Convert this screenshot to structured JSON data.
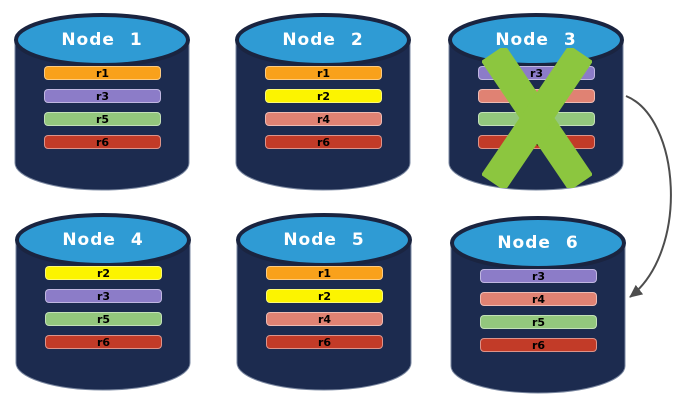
{
  "diagram": {
    "colors": {
      "background": "#FFFFFF",
      "cylinder_body": "#1C2B4F",
      "cylinder_top": "#2F9BD4",
      "cylinder_top_border": "#1A2440",
      "cylinder_outline": "#7A87A0",
      "x_mark": "#8CC63F",
      "arrow": "#4D4D4D",
      "node_title_text": "#FFFFFF",
      "row_label_text": "#000000"
    },
    "nodes": [
      {
        "id": "node-1",
        "label": "Node 1",
        "failed": false,
        "rows": [
          {
            "label": "r1",
            "color": "#F9A11B"
          },
          {
            "label": "r3",
            "color": "#8C7CC8"
          },
          {
            "label": "r5",
            "color": "#93C77D"
          },
          {
            "label": "r6",
            "color": "#C23B28"
          }
        ]
      },
      {
        "id": "node-2",
        "label": "Node 2",
        "failed": false,
        "rows": [
          {
            "label": "r1",
            "color": "#F9A11B"
          },
          {
            "label": "r2",
            "color": "#FCF400"
          },
          {
            "label": "r4",
            "color": "#E08273"
          },
          {
            "label": "r6",
            "color": "#C23B28"
          }
        ]
      },
      {
        "id": "node-3",
        "label": "Node 3",
        "failed": true,
        "rows": [
          {
            "label": "r3",
            "color": "#8C7CC8"
          },
          {
            "label": "r4",
            "color": "#E08273"
          },
          {
            "label": "r5",
            "color": "#93C77D"
          },
          {
            "label": "r6",
            "color": "#C23B28"
          }
        ]
      },
      {
        "id": "node-4",
        "label": "Node 4",
        "failed": false,
        "rows": [
          {
            "label": "r2",
            "color": "#FCF400"
          },
          {
            "label": "r3",
            "color": "#8C7CC8"
          },
          {
            "label": "r5",
            "color": "#93C77D"
          },
          {
            "label": "r6",
            "color": "#C23B28"
          }
        ]
      },
      {
        "id": "node-5",
        "label": "Node 5",
        "failed": false,
        "rows": [
          {
            "label": "r1",
            "color": "#F9A11B"
          },
          {
            "label": "r2",
            "color": "#FCF400"
          },
          {
            "label": "r4",
            "color": "#E08273"
          },
          {
            "label": "r6",
            "color": "#C23B28"
          }
        ]
      },
      {
        "id": "node-6",
        "label": "Node 6",
        "failed": false,
        "rows": [
          {
            "label": "r3",
            "color": "#8C7CC8"
          },
          {
            "label": "r4",
            "color": "#E08273"
          },
          {
            "label": "r5",
            "color": "#93C77D"
          },
          {
            "label": "r6",
            "color": "#C23B28"
          }
        ]
      }
    ],
    "arrow": {
      "from": "node-3",
      "to": "node-6"
    }
  }
}
